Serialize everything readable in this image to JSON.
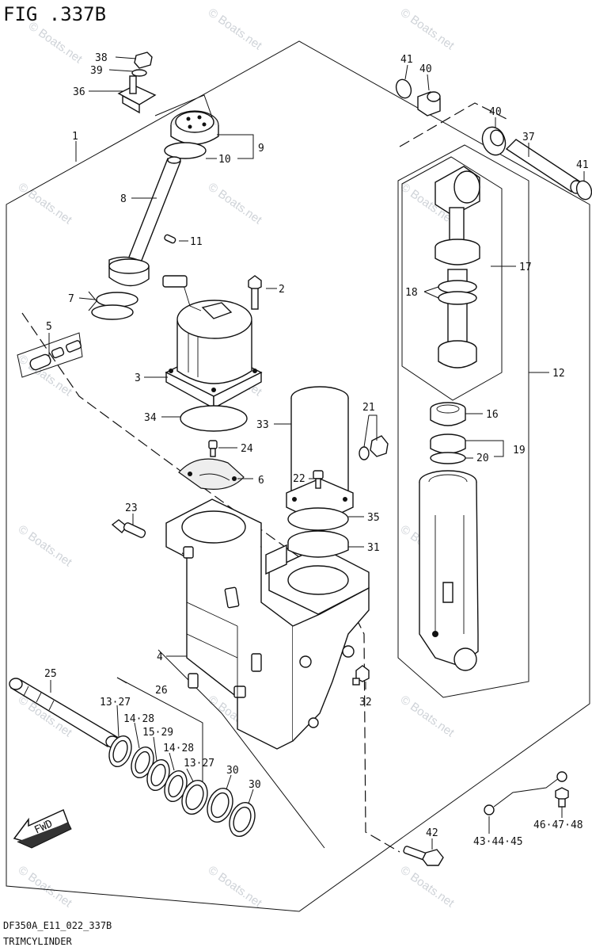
{
  "figure": {
    "title": "FIG .337B",
    "code": "DF350A_E11_022_337B",
    "subtitle": "TRIMCYLINDER"
  },
  "watermark": "© Boats.net",
  "fwd_label": "FWD",
  "callouts": {
    "c38": "38",
    "c39": "39",
    "c36": "36",
    "c1": "1",
    "c9": "9",
    "c10": "10",
    "c8": "8",
    "c11": "11",
    "c7": "7",
    "c2": "2",
    "c5": "5",
    "c3": "3",
    "c34": "34",
    "c24": "24",
    "c6": "6",
    "c23": "23",
    "c33": "33",
    "c21": "21",
    "c22": "22",
    "c35": "35",
    "c31": "31",
    "c4": "4",
    "c25": "25",
    "c26": "26",
    "c13a": "13·27",
    "c14a": "14·28",
    "c15": "15·29",
    "c14b": "14·28",
    "c13b": "13·27",
    "c30a": "30",
    "c30b": "30",
    "c32": "32",
    "c42": "42",
    "c43": "43·44·45",
    "c46": "46·47·48",
    "c41a": "41",
    "c40a": "40",
    "c40b": "40",
    "c37": "37",
    "c41b": "41",
    "c17": "17",
    "c18": "18",
    "c12": "12",
    "c16": "16",
    "c19": "19",
    "c20": "20"
  }
}
